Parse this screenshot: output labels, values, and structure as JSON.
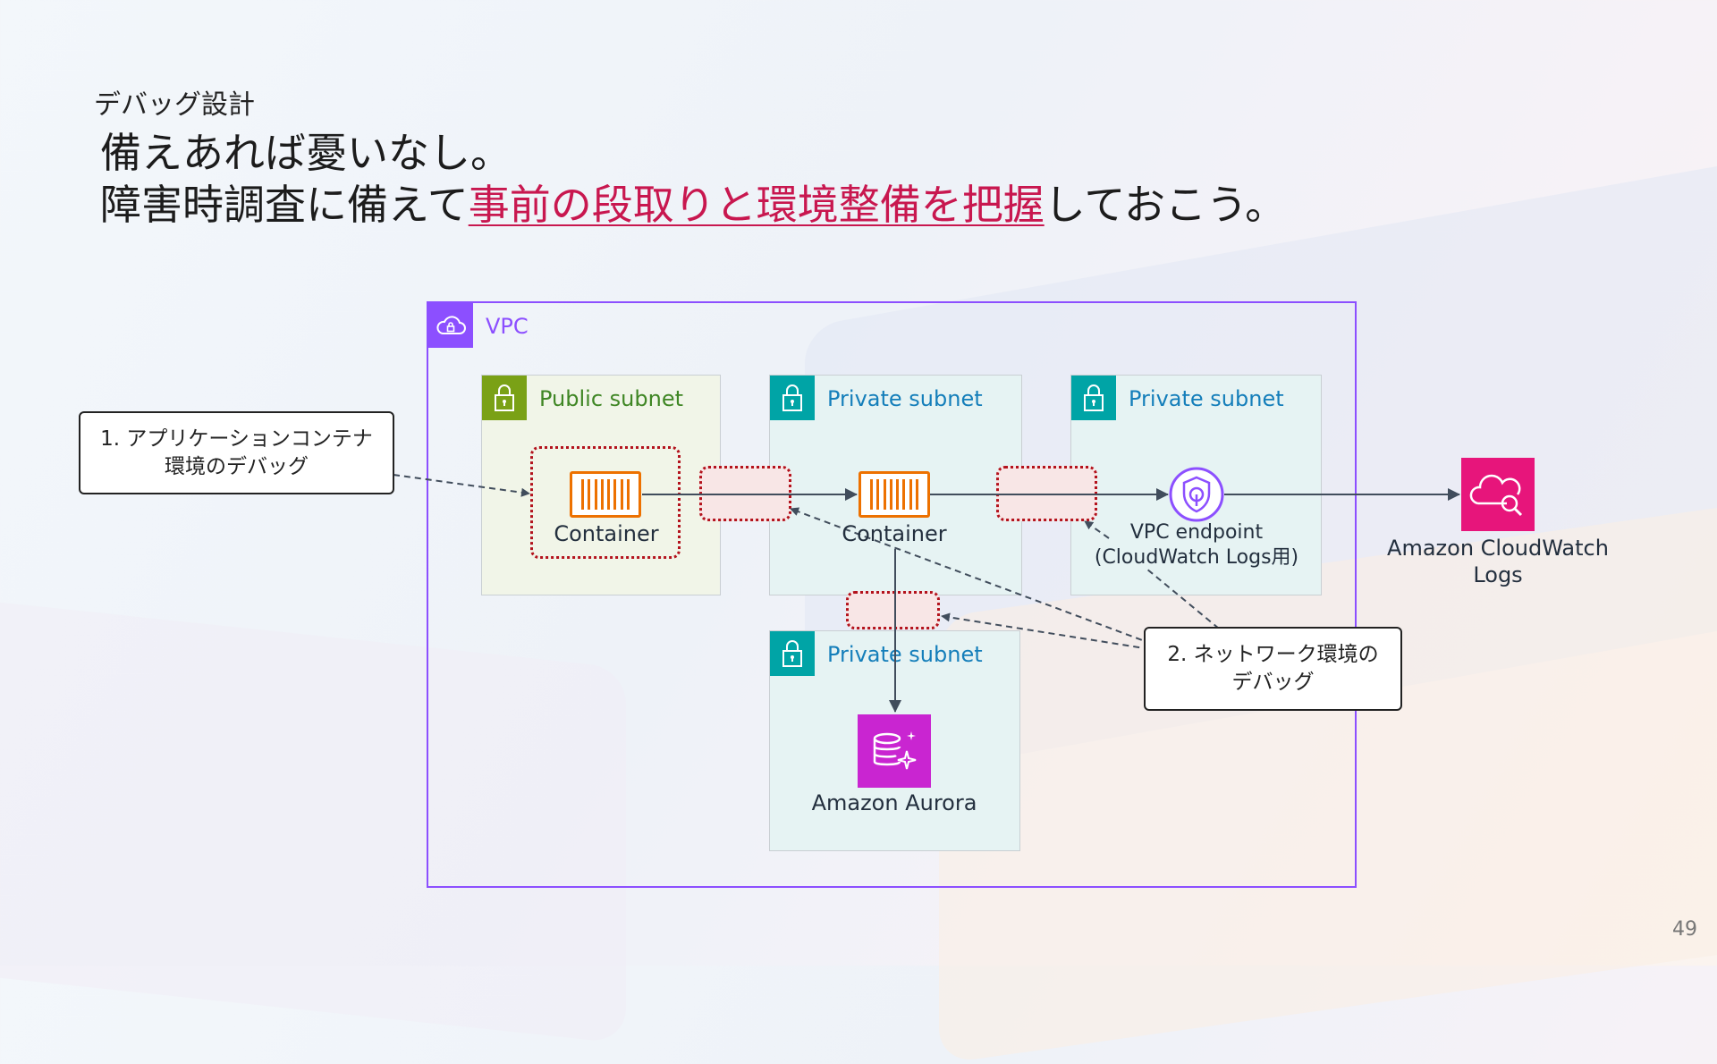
{
  "slide": {
    "section": "デバッグ設計",
    "headline_line1": "備えあれば憂いなし。",
    "headline_line2_pre": "障害時調査に備えて",
    "headline_line2_highlight": "事前の段取りと環境整備を把握",
    "headline_line2_post": "しておこう。",
    "page_number": "49"
  },
  "diagram": {
    "vpc_label": "VPC",
    "subnets": {
      "public": "Public subnet",
      "private_app": "Private subnet",
      "private_endpoint": "Private subnet",
      "private_db": "Private subnet"
    },
    "nodes": {
      "container_public": "Container",
      "container_private": "Container",
      "vpc_endpoint_line1": "VPC endpoint",
      "vpc_endpoint_line2": "(CloudWatch Logs用)",
      "aurora": "Amazon Aurora",
      "cloudwatch_line1": "Amazon CloudWatch",
      "cloudwatch_line2": "Logs"
    },
    "callouts": {
      "app_line1": "1. アプリケーションコンテナ",
      "app_line2": "環境のデバッグ",
      "network_line1": "2. ネットワーク環境の",
      "network_line2": "デバッグ"
    },
    "icons": [
      "vpc-cloud-icon",
      "lock-icon",
      "container-icon",
      "vpc-endpoint-shield-icon",
      "aurora-database-icon",
      "cloudwatch-logs-icon"
    ]
  },
  "colors": {
    "highlight": "#c8174f",
    "vpc": "#8c4fff",
    "public_subnet": "#7aa116",
    "private_subnet": "#00a4a6",
    "container": "#ed7100",
    "debug_box": "#b3121c",
    "aurora": "#c925d1",
    "cloudwatch": "#e7157b"
  }
}
